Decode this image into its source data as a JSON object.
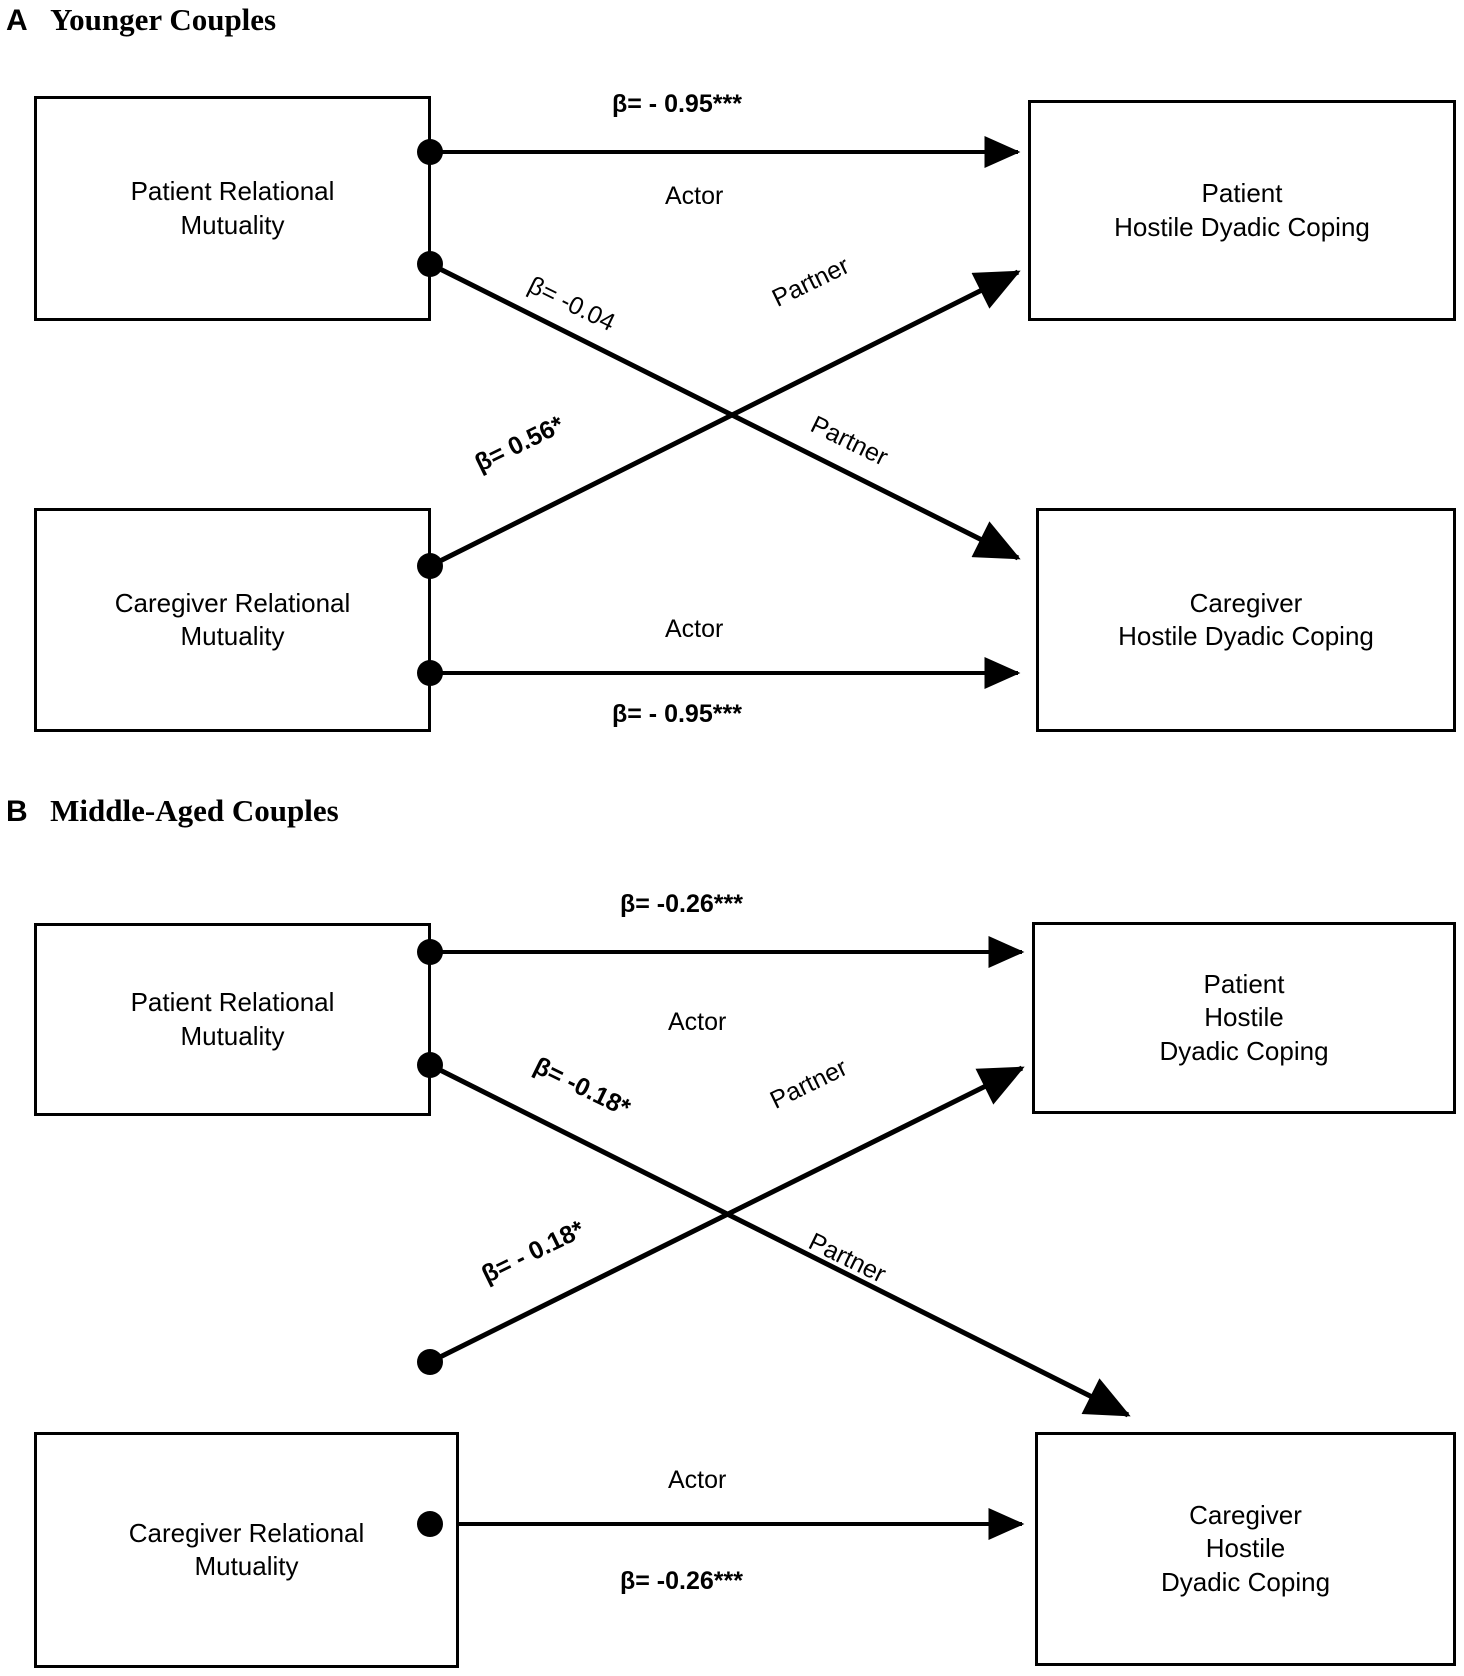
{
  "figure": {
    "background": "#ffffff",
    "line_color": "#000000"
  },
  "panels": [
    {
      "letter": "A",
      "title": "Younger Couples",
      "boxes": [
        {
          "name": "patient-relational-mutuality",
          "lines": [
            "Patient Relational",
            "Mutuality"
          ]
        },
        {
          "name": "patient-hostile-dyadic-coping",
          "lines": [
            "Patient",
            "Hostile Dyadic Coping"
          ]
        },
        {
          "name": "caregiver-relational-mutuality",
          "lines": [
            "Caregiver Relational",
            "Mutuality"
          ]
        },
        {
          "name": "caregiver-hostile-dyadic-coping",
          "lines": [
            "Caregiver",
            "Hostile Dyadic Coping"
          ]
        }
      ],
      "paths": [
        {
          "name": "patient-actor-path",
          "effect": "Actor",
          "coefficient": "β=  - 0.95***",
          "weight": "bold"
        },
        {
          "name": "patient-partner-path",
          "effect": "Partner",
          "coefficient": "β=  -0.04",
          "weight": "normal"
        },
        {
          "name": "caregiver-partner-path",
          "effect": "Partner",
          "coefficient": "β= 0.56*",
          "weight": "bold"
        },
        {
          "name": "caregiver-actor-path",
          "effect": "Actor",
          "coefficient": "β=  - 0.95***",
          "weight": "bold"
        }
      ]
    },
    {
      "letter": "B",
      "title": "Middle-Aged Couples",
      "boxes": [
        {
          "name": "patient-relational-mutuality",
          "lines": [
            "Patient Relational",
            "Mutuality"
          ]
        },
        {
          "name": "patient-hostile-dyadic-coping",
          "lines": [
            "Patient",
            "Hostile",
            "Dyadic Coping"
          ]
        },
        {
          "name": "caregiver-relational-mutuality",
          "lines": [
            "Caregiver Relational",
            "Mutuality"
          ]
        },
        {
          "name": "caregiver-hostile-dyadic-coping",
          "lines": [
            "Caregiver",
            "Hostile",
            "Dyadic Coping"
          ]
        }
      ],
      "paths": [
        {
          "name": "patient-actor-path",
          "effect": "Actor",
          "coefficient": "β= -0.26***",
          "weight": "bold"
        },
        {
          "name": "patient-partner-path",
          "effect": "Partner",
          "coefficient": "β=  -0.18*",
          "weight": "bold"
        },
        {
          "name": "caregiver-partner-path",
          "effect": "Partner",
          "coefficient": "β= - 0.18*",
          "weight": "bold"
        },
        {
          "name": "caregiver-actor-path",
          "effect": "Actor",
          "coefficient": "β= -0.26***",
          "weight": "bold"
        }
      ]
    }
  ],
  "chart_data": {
    "type": "diagram",
    "diagram_kind": "Actor-Partner Interdependence Model (APIM) path diagram",
    "title": "Actor and Partner effects of Relational Mutuality on Hostile Dyadic Coping",
    "panels": [
      {
        "panel": "A",
        "label": "Younger Couples",
        "nodes": [
          "Patient Relational Mutuality",
          "Caregiver Relational Mutuality",
          "Patient Hostile Dyadic Coping",
          "Caregiver Hostile Dyadic Coping"
        ],
        "edges": [
          {
            "from": "Patient Relational Mutuality",
            "to": "Patient Hostile Dyadic Coping",
            "effect": "Actor",
            "beta": -0.95,
            "label": "β=  - 0.95***",
            "significance": "***",
            "bold": true
          },
          {
            "from": "Patient Relational Mutuality",
            "to": "Caregiver Hostile Dyadic Coping",
            "effect": "Partner",
            "beta": -0.04,
            "label": "β=  -0.04",
            "significance": "",
            "bold": false
          },
          {
            "from": "Caregiver Relational Mutuality",
            "to": "Patient Hostile Dyadic Coping",
            "effect": "Partner",
            "beta": 0.56,
            "label": "β= 0.56*",
            "significance": "*",
            "bold": true
          },
          {
            "from": "Caregiver Relational Mutuality",
            "to": "Caregiver Hostile Dyadic Coping",
            "effect": "Actor",
            "beta": -0.95,
            "label": "β=  - 0.95***",
            "significance": "***",
            "bold": true
          }
        ]
      },
      {
        "panel": "B",
        "label": "Middle-Aged Couples",
        "nodes": [
          "Patient Relational Mutuality",
          "Caregiver Relational Mutuality",
          "Patient Hostile Dyadic Coping",
          "Caregiver Hostile Dyadic Coping"
        ],
        "edges": [
          {
            "from": "Patient Relational Mutuality",
            "to": "Patient Hostile Dyadic Coping",
            "effect": "Actor",
            "beta": -0.26,
            "label": "β= -0.26***",
            "significance": "***",
            "bold": true
          },
          {
            "from": "Patient Relational Mutuality",
            "to": "Caregiver Hostile Dyadic Coping",
            "effect": "Partner",
            "beta": -0.18,
            "label": "β=  -0.18*",
            "significance": "*",
            "bold": true
          },
          {
            "from": "Caregiver Relational Mutuality",
            "to": "Patient Hostile Dyadic Coping",
            "effect": "Partner",
            "beta": -0.18,
            "label": "β= - 0.18*",
            "significance": "*",
            "bold": true
          },
          {
            "from": "Caregiver Relational Mutuality",
            "to": "Caregiver Hostile Dyadic Coping",
            "effect": "Actor",
            "beta": -0.26,
            "label": "β= -0.26***",
            "significance": "***",
            "bold": true
          }
        ]
      }
    ]
  }
}
